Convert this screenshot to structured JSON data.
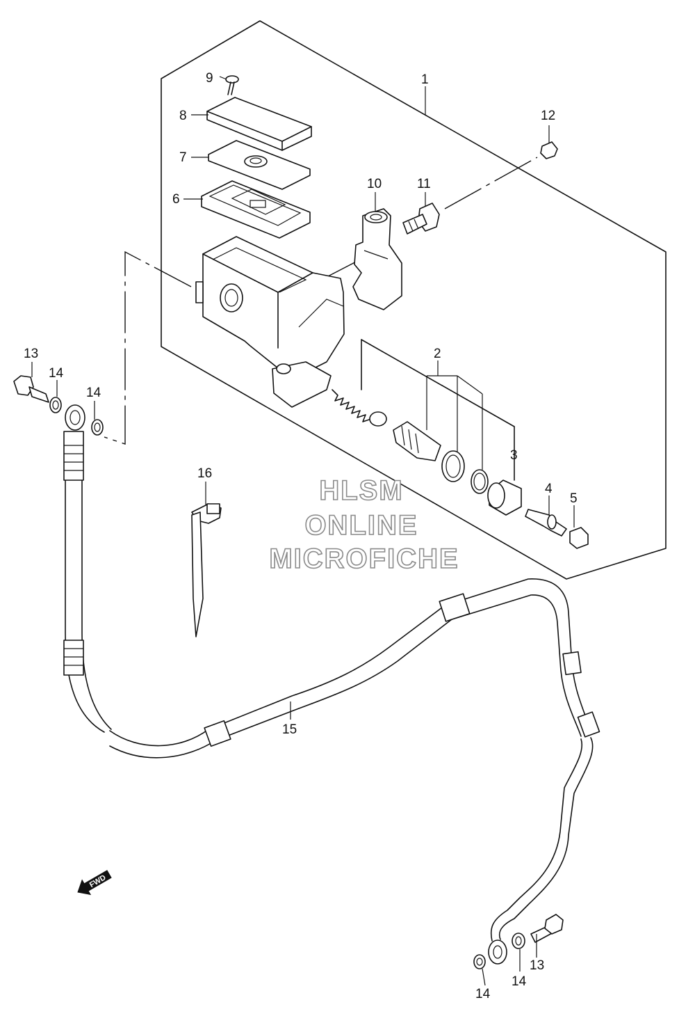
{
  "diagram": {
    "callouts": {
      "p1": "1",
      "p2": "2",
      "p3": "3",
      "p4": "4",
      "p5": "5",
      "p6": "6",
      "p7": "7",
      "p8": "8",
      "p9": "9",
      "p10": "10",
      "p11": "11",
      "p12": "12",
      "p13a": "13",
      "p13b": "13",
      "p14a": "14",
      "p14b": "14",
      "p14c": "14",
      "p14d": "14",
      "p15": "15",
      "p16": "16"
    },
    "watermark": {
      "line1": "HLSM",
      "line2": "ONLINE",
      "line3": "MICROFICHE"
    },
    "direction_arrow": {
      "label": "FWD"
    }
  }
}
